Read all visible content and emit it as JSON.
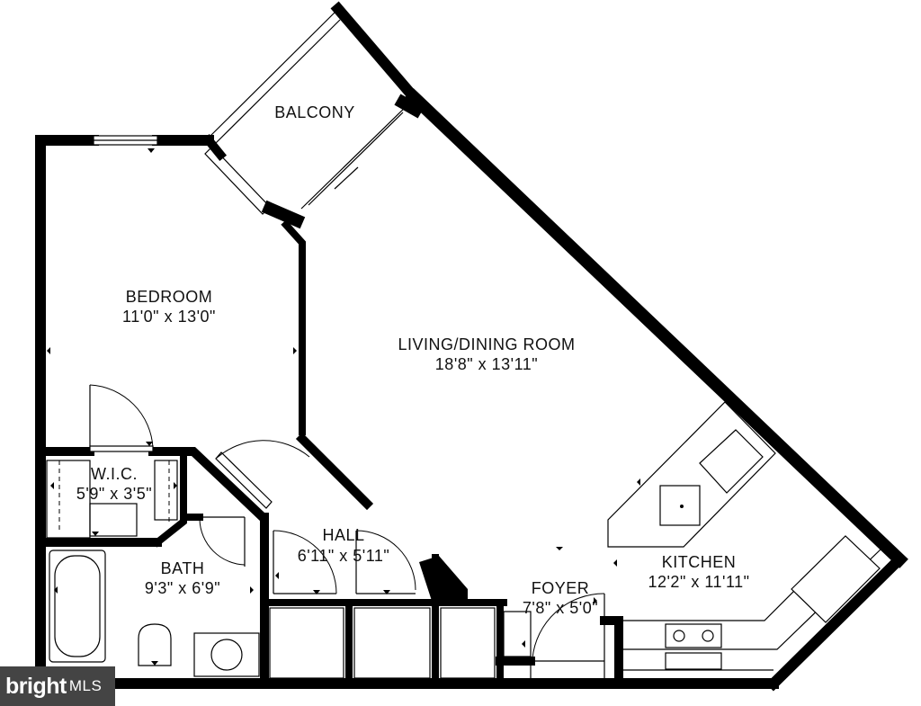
{
  "rooms": {
    "balcony": {
      "name": "BALCONY"
    },
    "bedroom": {
      "name": "BEDROOM",
      "size": "11'0\" x 13'0\""
    },
    "living": {
      "name": "LIVING/DINING ROOM",
      "size": "18'8\" x 13'11\""
    },
    "wic": {
      "name": "W.I.C.",
      "size": "5'9\" x 3'5\""
    },
    "bath": {
      "name": "BATH",
      "size": "9'3\" x 6'9\""
    },
    "hall": {
      "name": "HALL",
      "size": "6'11\" x 5'11\""
    },
    "foyer": {
      "name": "FOYER",
      "size": "7'8\" x 5'0\""
    },
    "kitchen": {
      "name": "KITCHEN",
      "size": "12'2\" x 11'11\""
    }
  },
  "watermark": {
    "brand": "bright",
    "suffix": "MLS"
  }
}
